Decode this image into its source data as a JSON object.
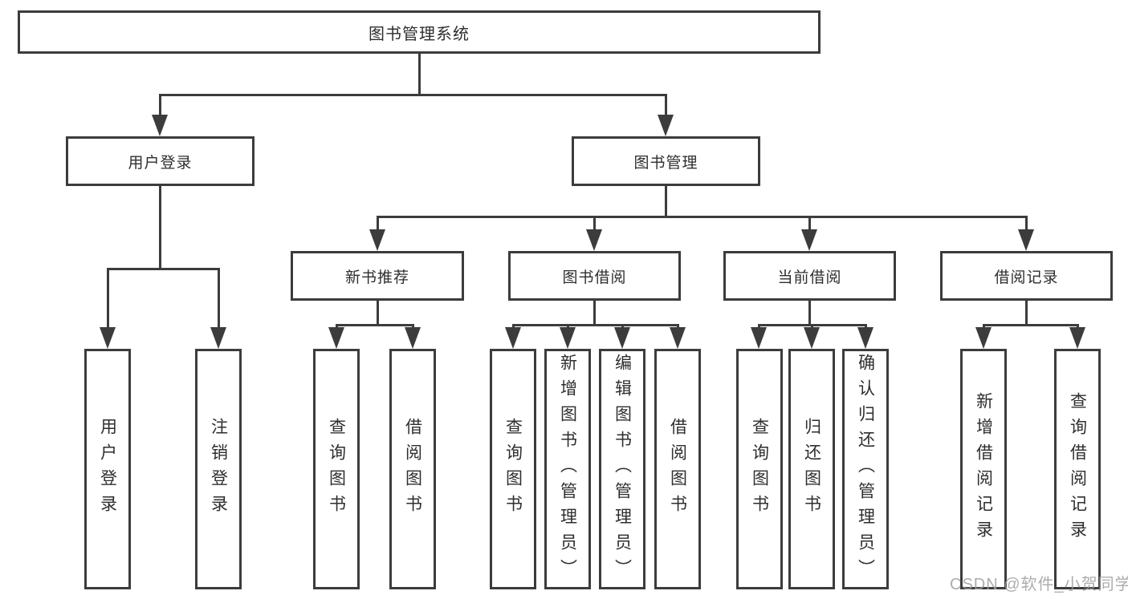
{
  "diagram": {
    "type": "hierarchy-tree",
    "title": "图书管理系统",
    "nodes": [
      {
        "id": "root",
        "label": "图书管理系统",
        "parent": null,
        "level": 0
      },
      {
        "id": "user-login",
        "label": "用户登录",
        "parent": "root",
        "level": 1
      },
      {
        "id": "book-management",
        "label": "图书管理",
        "parent": "root",
        "level": 1
      },
      {
        "id": "login",
        "label": "用户登录",
        "parent": "user-login",
        "level": 2
      },
      {
        "id": "logout",
        "label": "注销登录",
        "parent": "user-login",
        "level": 2
      },
      {
        "id": "new-book-recommend",
        "label": "新书推荐",
        "parent": "book-management",
        "level": 2
      },
      {
        "id": "book-borrow",
        "label": "图书借阅",
        "parent": "book-management",
        "level": 2
      },
      {
        "id": "current-borrow",
        "label": "当前借阅",
        "parent": "book-management",
        "level": 2
      },
      {
        "id": "borrow-records",
        "label": "借阅记录",
        "parent": "book-management",
        "level": 2
      },
      {
        "id": "nbr-query-book",
        "label": "查询图书",
        "parent": "new-book-recommend",
        "level": 3
      },
      {
        "id": "nbr-borrow-book",
        "label": "借阅图书",
        "parent": "new-book-recommend",
        "level": 3
      },
      {
        "id": "bb-query-book",
        "label": "查询图书",
        "parent": "book-borrow",
        "level": 3
      },
      {
        "id": "bb-add-book",
        "label": "新增图书（管理员）",
        "parent": "book-borrow",
        "level": 3
      },
      {
        "id": "bb-edit-book",
        "label": "编辑图书（管理员）",
        "parent": "book-borrow",
        "level": 3
      },
      {
        "id": "bb-borrow-book",
        "label": "借阅图书",
        "parent": "book-borrow",
        "level": 3
      },
      {
        "id": "cb-query-book",
        "label": "查询图书",
        "parent": "current-borrow",
        "level": 3
      },
      {
        "id": "cb-return-book",
        "label": "归还图书",
        "parent": "current-borrow",
        "level": 3
      },
      {
        "id": "cb-confirm-return",
        "label": "确认归还（管理员）",
        "parent": "current-borrow",
        "level": 3
      },
      {
        "id": "br-add-record",
        "label": "新增借阅记录",
        "parent": "borrow-records",
        "level": 3
      },
      {
        "id": "br-query-record",
        "label": "查询借阅记录",
        "parent": "borrow-records",
        "level": 3
      }
    ],
    "colors": {
      "line": "#3c3c3c",
      "box_background": "#ffffff",
      "text": "#2e2e2e",
      "background": "#ffffff"
    }
  },
  "watermark": {
    "text": "CSDN @软件_小贺同学",
    "color": "#9e9e9e"
  }
}
